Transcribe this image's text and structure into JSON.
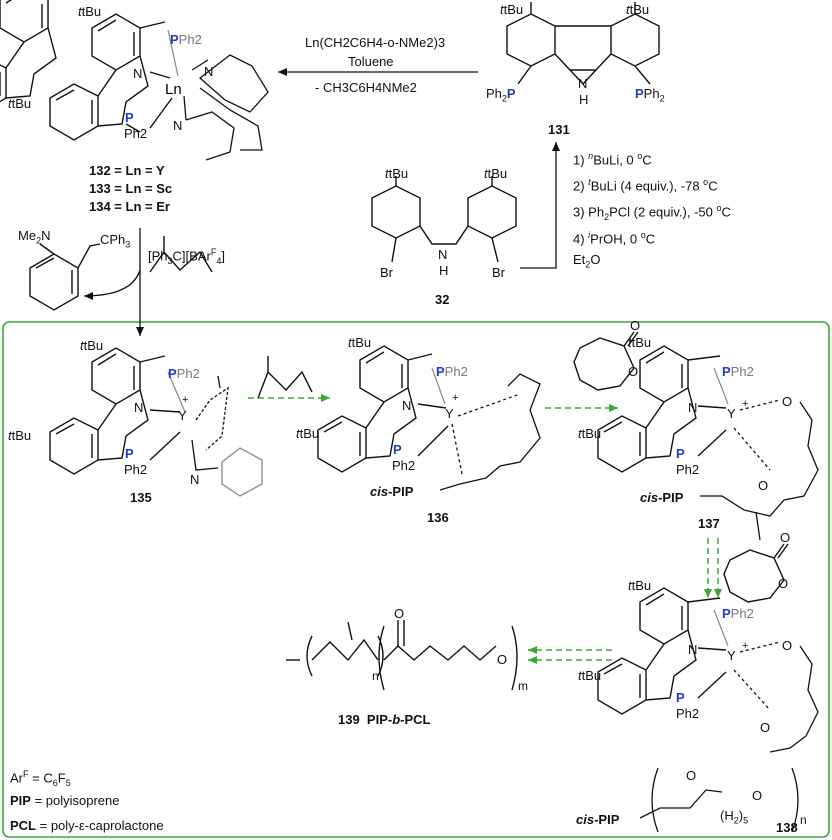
{
  "colors": {
    "phosphorus": "#1f3fbf",
    "phenyl_gray": "#808080",
    "green_box": "#3aaa35",
    "green_arrow": "#3aaa35",
    "black": "#111111"
  },
  "compounds": {
    "c131": "131",
    "c32": "32",
    "c135": "135",
    "c136": "136",
    "c137": "137",
    "c138": "138",
    "c139": "139",
    "c139_name": "PIP-b-PCL",
    "c132_line": "132 = Ln = Y",
    "c133_line": "133 = Ln = Sc",
    "c134_line": "134 = Ln = Er"
  },
  "atoms": {
    "tBu": "tBu",
    "P": "P",
    "Ph2": "Ph2",
    "PPh2": "PPh2",
    "Ph2P": "Ph2P",
    "N": "N",
    "H": "H",
    "Br": "Br",
    "Ln": "Ln",
    "Y": "Y",
    "O": "O",
    "cisPIP": "cis-PIP",
    "Me2N": "Me2N",
    "CPh3": "CPh3",
    "n": "n",
    "m": "m",
    "H2": "H2",
    "sub5": "5",
    "plus": "+"
  },
  "reaction_top": {
    "line1": "Ln(CH2C6H4-o-NMe2)3",
    "line2": "Toluene",
    "line3": "- CH3C6H4NMe2"
  },
  "reaction_right": {
    "step1": "1) nBuLi, 0 oC",
    "step2": "2) tBuLi (4 equiv.), -78 oC",
    "step3": "3) Ph2PCl (2 equiv.), -50 oC",
    "step4": "4) iPrOH, 0 oC",
    "solvent": "Et2O"
  },
  "activator": "[Ph3C][BArF4]",
  "legend": {
    "arf": "ArF = C6F5",
    "pip": "PIP = polyisoprene",
    "pcl": "PCL = poly-ε-caprolactone"
  }
}
